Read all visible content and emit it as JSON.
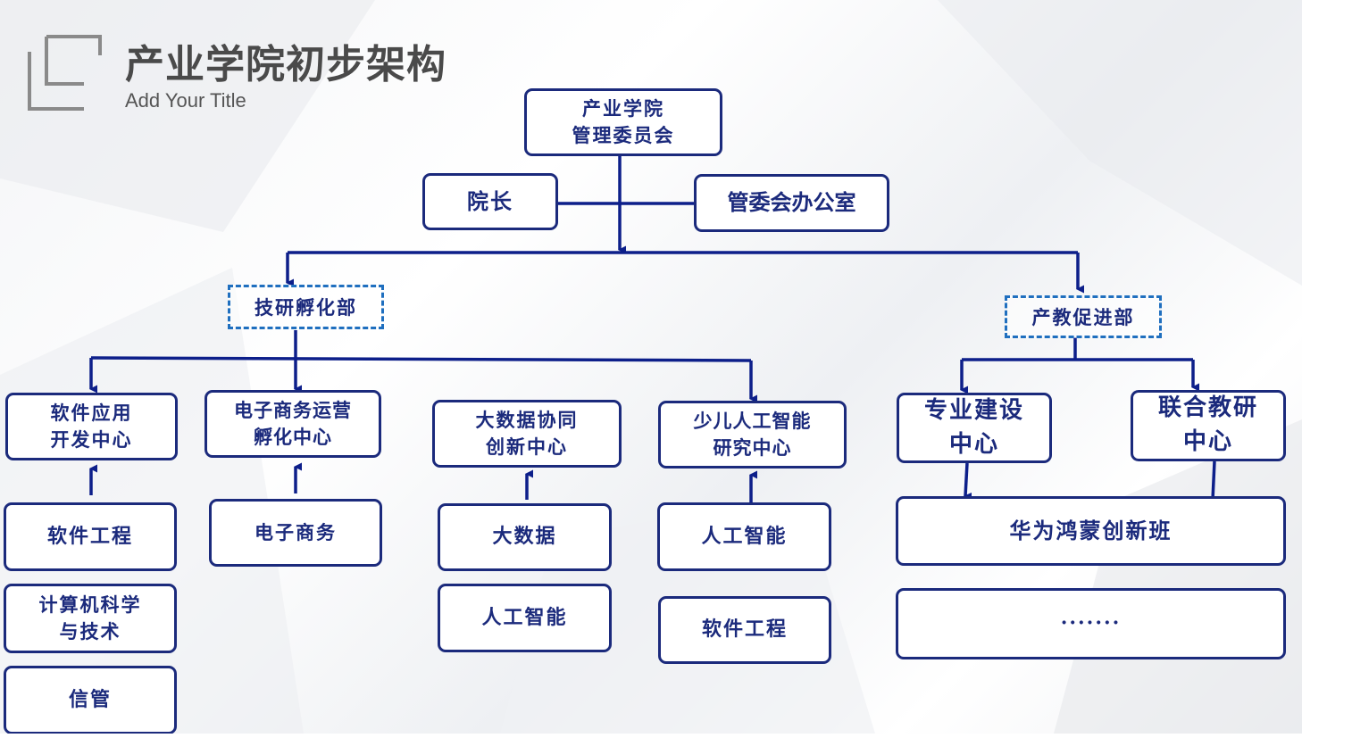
{
  "header": {
    "title": "产业学院初步架构",
    "subtitle": "Add Your Title"
  },
  "org": {
    "committee": "产业学院\n管理委员会",
    "dean": "院长",
    "office": "管委会办公室",
    "dept_tech": "技研孵化部",
    "dept_edu": "产教促进部",
    "centers": {
      "software": "软件应用\n开发中心",
      "ecommerce": "电子商务运营\n孵化中心",
      "bigdata": "大数据协同\n创新中心",
      "ai": "少儿人工智能\n研究中心",
      "major": "专业建设\n中心",
      "joint": "联合教研\n中心"
    },
    "majors": {
      "software_engineering": "软件工程",
      "computer_science": "计算机科学\n与技术",
      "info_management": "信管",
      "ecommerce": "电子商务",
      "bigdata": "大数据",
      "ai_1": "人工智能",
      "ai_2": "人工智能",
      "software_engineering_2": "软件工程",
      "huawei_class": "华为鸿蒙创新班",
      "more": "·······"
    }
  },
  "colors": {
    "line": "#0d1f8a",
    "box_border": "#1b2a7c",
    "dashed": "#1f6fbf"
  }
}
